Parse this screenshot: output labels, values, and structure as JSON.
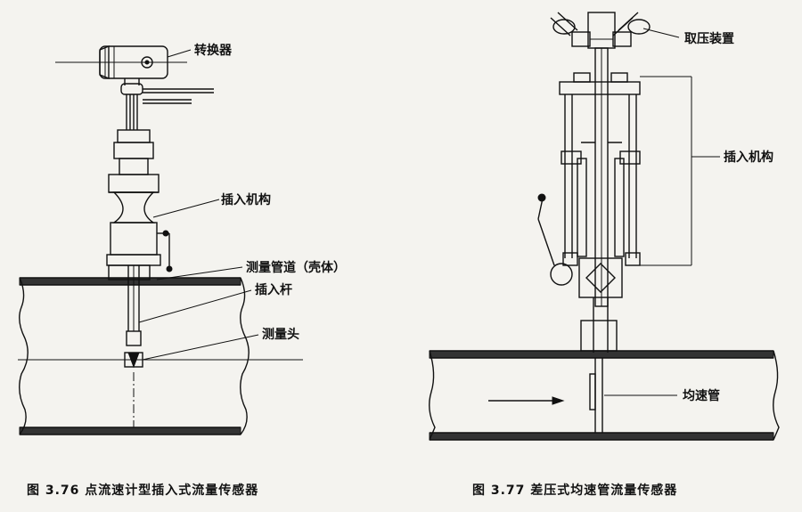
{
  "figure_left": {
    "labels": {
      "converter": "转换器",
      "insertion_mechanism": "插入机构",
      "pipe": "测量管道（壳体）",
      "rod": "插入杆",
      "head": "测量头"
    },
    "caption": "图 3.76  点流速计型插入式流量传感器"
  },
  "figure_right": {
    "labels": {
      "pressure_device": "取压装置",
      "insertion_mechanism": "插入机构",
      "averaging_tube": "均速管"
    },
    "caption": "图 3.77  差压式均速管流量传感器"
  },
  "colors": {
    "ink": "#111111",
    "paper": "#f4f3ef"
  }
}
